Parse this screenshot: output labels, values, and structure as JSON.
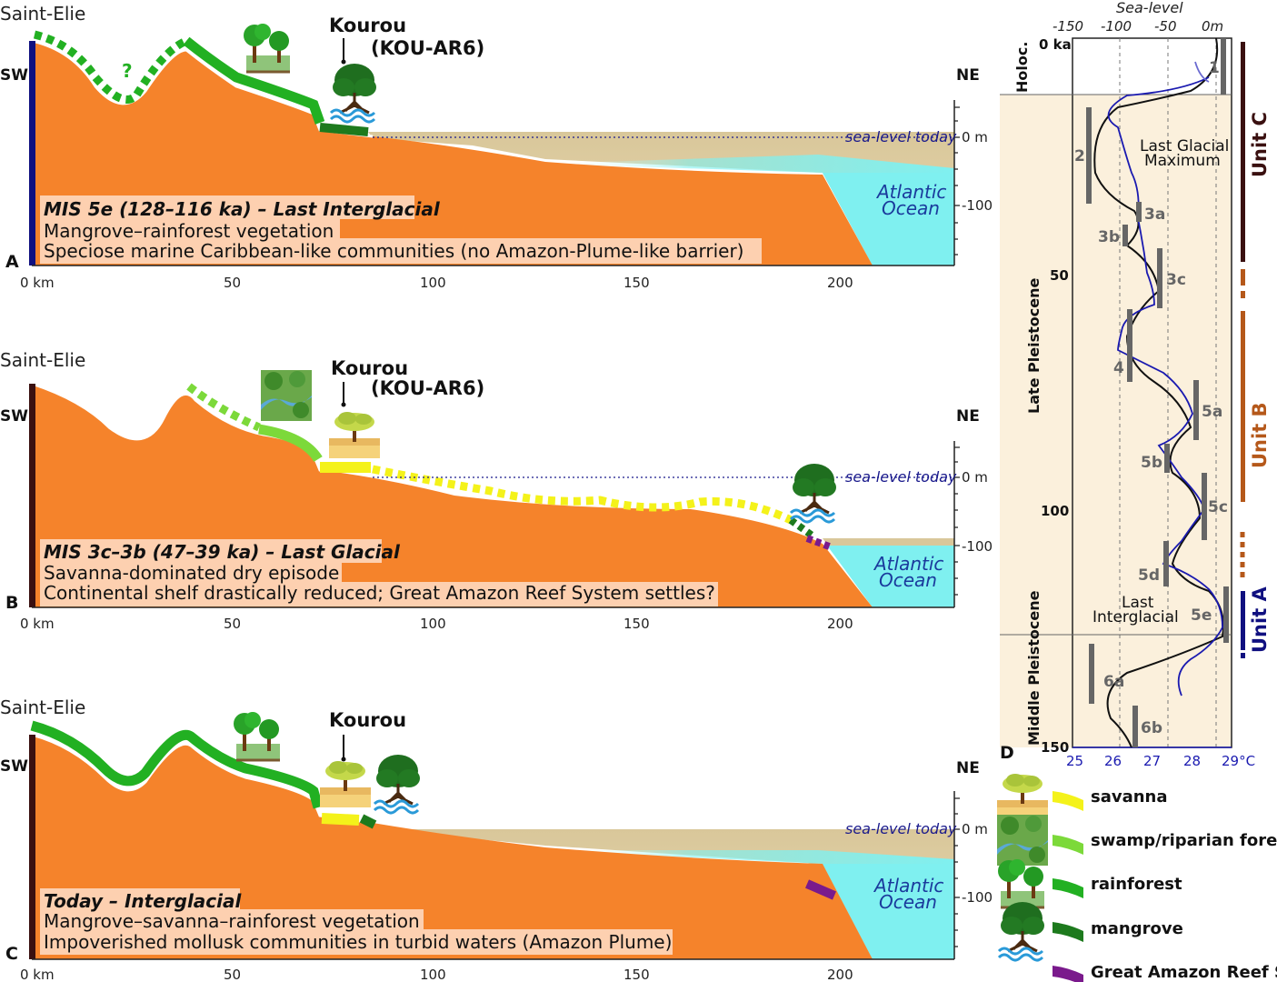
{
  "colors": {
    "land": "#f5832b",
    "sea": "#7ff0f0",
    "exposed_shelf": "#d9c79a",
    "rainforest": "#22b022",
    "swamp": "#7cd93a",
    "savanna": "#f4f21a",
    "mangrove": "#1d7a1d",
    "reef": "#7a1a8c",
    "unit_c": "#3a1010",
    "unit_b": "#b5581a",
    "unit_a": "#101080",
    "caption_bg": "#fdd0b0",
    "temp_curve": "#1a1ab0"
  },
  "profile_axes": {
    "x_ticks": [
      "0 km",
      "50",
      "100",
      "150",
      "200"
    ],
    "y_ticks": [
      "0 m",
      "-100"
    ],
    "left_place": "Saint-Elie",
    "left_dir": "SW",
    "right_dir": "NE",
    "sea_level_label": "sea-level today",
    "ocean_label_line1": "Atlantic",
    "ocean_label_line2": "Ocean"
  },
  "panels": [
    {
      "letter": "A",
      "town": "Kourou",
      "site": "(KOU-AR6)",
      "question_mark": "?",
      "caption": [
        "MIS 5e (128–116 ka) – Last Interglacial",
        "Mangrove–rainforest vegetation",
        "Speciose marine Caribbean-like communities (no Amazon-Plume-like barrier)"
      ]
    },
    {
      "letter": "B",
      "town": "Kourou",
      "site": "(KOU-AR6)",
      "caption": [
        "MIS 3c–3b (47–39 ka) – Last Glacial",
        "Savanna-dominated dry episode",
        "Continental shelf drastically reduced; Great Amazon Reef System settles?"
      ]
    },
    {
      "letter": "C",
      "town": "Kourou",
      "caption": [
        "Today – Interglacial",
        "Mangrove–savanna–rainforest vegetation",
        "Impoverished mollusk communities in turbid waters (Amazon Plume)"
      ]
    }
  ],
  "panel_d": {
    "letter": "D",
    "top_title": "Sea-level",
    "sea_ticks": [
      "-150",
      "-100",
      "-50",
      "0m"
    ],
    "temp_ticks": [
      "25",
      "26",
      "27",
      "28",
      "29°C"
    ],
    "age_ticks": [
      "0 ka",
      "50",
      "100",
      "150"
    ],
    "epochs": [
      "Holoc.",
      "Late Pleistocene",
      "Middle Pleistocene"
    ],
    "units": [
      "Unit C",
      "Unit B",
      "Unit A"
    ],
    "annotations": [
      "Last Glacial",
      "Maximum",
      "Last",
      "Interglacial"
    ],
    "mis_stages": [
      "1",
      "2",
      "3a",
      "3b",
      "3c",
      "4",
      "5a",
      "5b",
      "5c",
      "5d",
      "5e",
      "6a",
      "6b"
    ]
  },
  "legend": [
    {
      "label": "savanna"
    },
    {
      "label": "swamp/riparian forest"
    },
    {
      "label": "rainforest"
    },
    {
      "label": "mangrove"
    },
    {
      "label": "Great Amazon Reef System"
    }
  ]
}
